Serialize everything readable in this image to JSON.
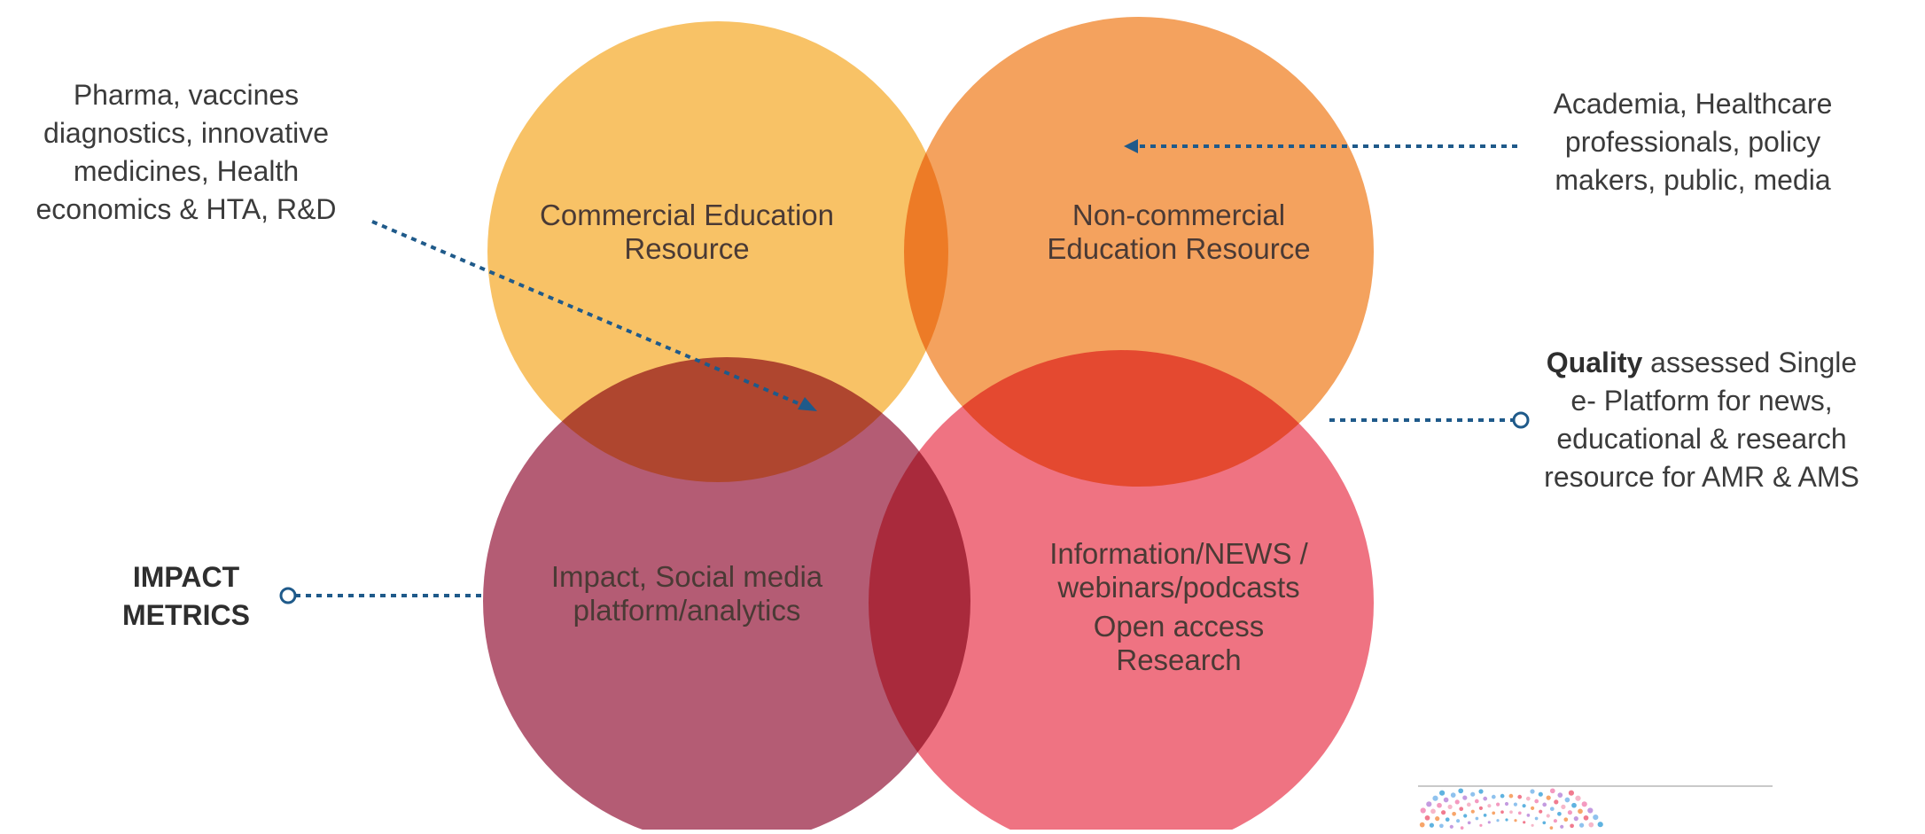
{
  "circles": {
    "commercial": {
      "line1": "Commercial Education",
      "line2": "Resource",
      "color": "#f8c266"
    },
    "noncommercial": {
      "line1": "Non-commercial",
      "line2": "Education Resource",
      "color": "#f4a05c"
    },
    "impact": {
      "line1": "Impact, Social media",
      "line2": "platform/analytics",
      "color": "#a8445f"
    },
    "information": {
      "line1": "Information/NEWS /",
      "line2": "webinars/podcasts",
      "line3": "Open access",
      "line4": "Research",
      "color": "#ef6b7b"
    }
  },
  "annotations": {
    "pharma": {
      "lines": [
        "Pharma, vaccines",
        "diagnostics, innovative",
        "medicines, Health",
        "economics & HTA, R&D"
      ]
    },
    "academia": {
      "lines": [
        "Academia, Healthcare",
        "professionals, policy",
        "makers, public, media"
      ]
    },
    "quality": {
      "bold": "Quality",
      "line1_rest": " assessed Single",
      "lines": [
        "e- Platform for news,",
        "educational & research",
        "resource for AMR & AMS"
      ]
    },
    "impact_metrics": {
      "lines": [
        "IMPACT",
        "METRICS"
      ]
    }
  },
  "colors": {
    "connector": "#1f5a8a",
    "text": "#3b3b3b"
  }
}
